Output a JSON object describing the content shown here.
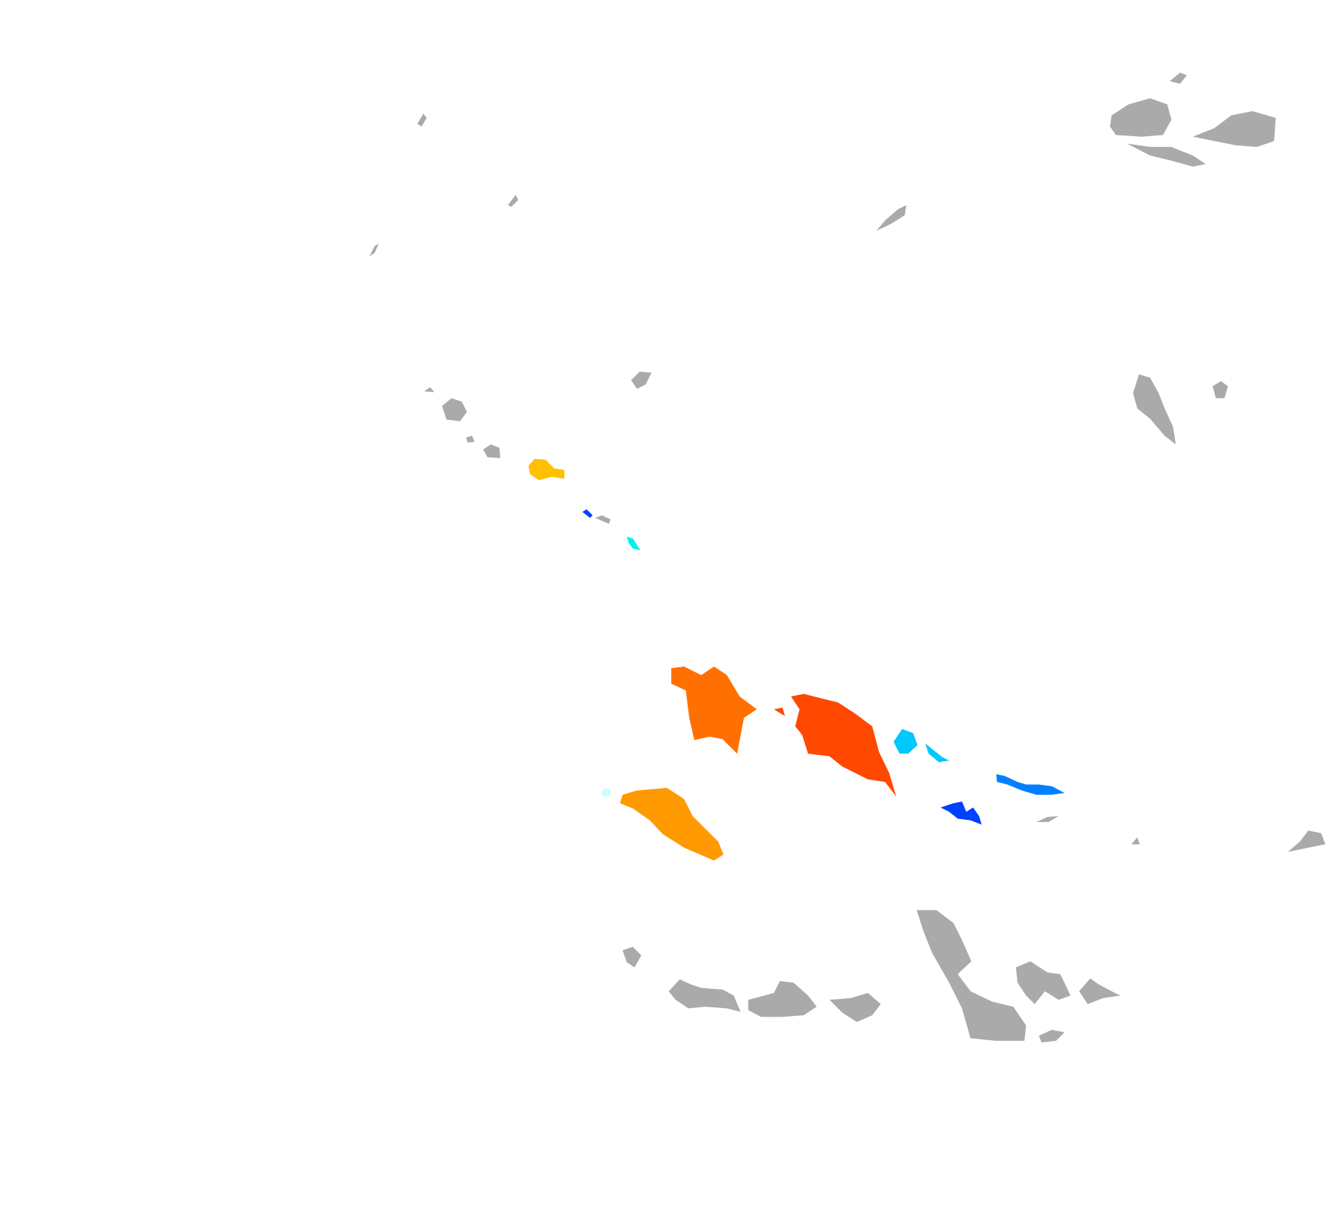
{
  "map": {
    "background": "#ffffff",
    "no_data_color": "#aaaaaa",
    "regions": [
      {
        "name": "region-savaii",
        "color": "#ff7000"
      },
      {
        "name": "region-upolu",
        "color": "#ff4800"
      },
      {
        "name": "region-south-west-island",
        "color": "#ff9900"
      },
      {
        "name": "region-north-west-island",
        "color": "#ffc000"
      },
      {
        "name": "region-east-island-a",
        "color": "#00c8ff"
      },
      {
        "name": "region-east-island-b",
        "color": "#0080ff"
      },
      {
        "name": "region-east-island-c",
        "color": "#0040ff"
      },
      {
        "name": "region-islet-pale",
        "color": "#ccffff"
      },
      {
        "name": "region-islet-cyan",
        "color": "#00f0f0"
      },
      {
        "name": "region-islet-blue",
        "color": "#0040ff"
      }
    ]
  }
}
